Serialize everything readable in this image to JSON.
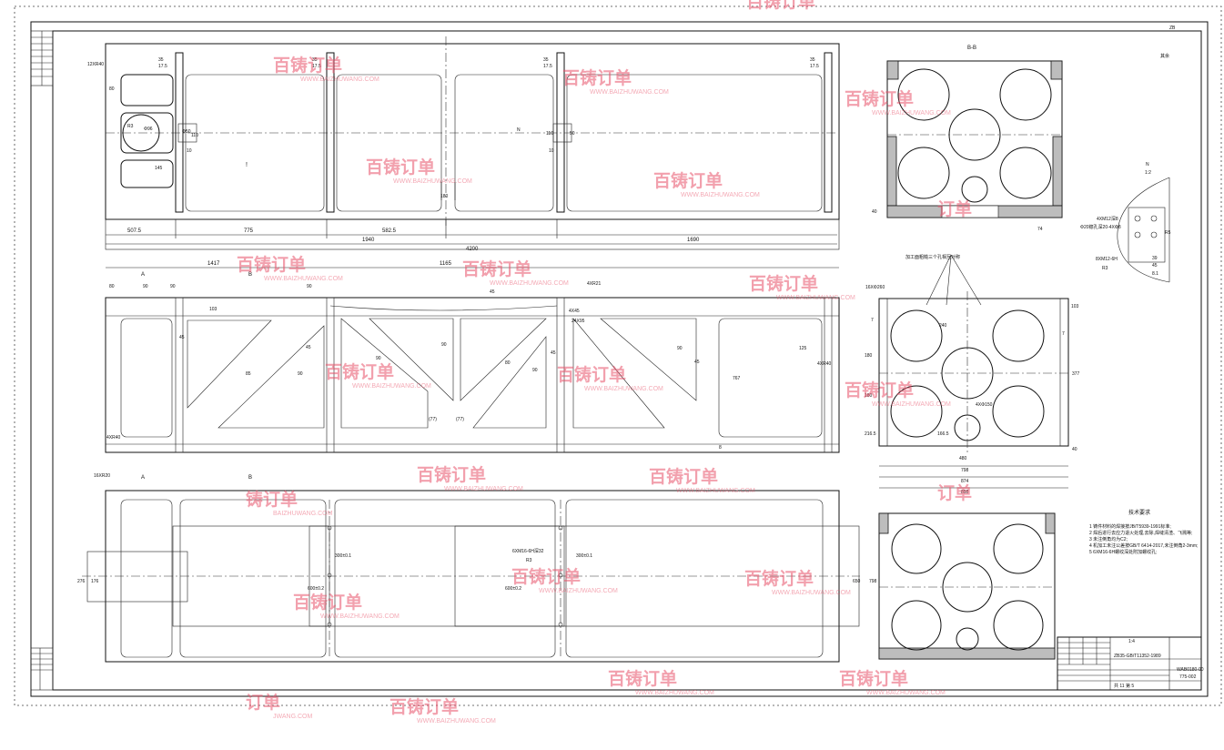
{
  "drawing": {
    "drawing_no": "WAB0180-00",
    "drawing_no_sub": "775-002",
    "standard_ref": "ZB35-GB/T11352-1989",
    "scale": "1:4",
    "corner_mark": "ZB",
    "roughness_note": "其余",
    "qty_row": "共 11    第 5"
  },
  "section_labels": {
    "bb": "B-B",
    "detail_scale_n": "N",
    "detail_scale": "1:2",
    "a_left": "A",
    "a_left2": "A",
    "b_mark": "B",
    "b_mark2": "B"
  },
  "top_view_dims": {
    "d1": "507.5",
    "d2": "775",
    "d3": "582.5",
    "d4": "1940",
    "d5": "1690",
    "d6": "4200",
    "r35a": "35",
    "r175a": "17.5",
    "r35b": "35",
    "r175b": "17.5",
    "r35c": "35",
    "r175c": "17.5",
    "r35d": "35",
    "r175d": "17.5",
    "c1": "12XR40",
    "c2": "80",
    "c3": "145",
    "c4": "110",
    "c5": "10",
    "c6": "180",
    "c7": "110",
    "c8": "50",
    "c9": "10",
    "c10": "R3",
    "c11": "Φ96",
    "c12": "Φ50",
    "n": "N"
  },
  "front_view_dims": {
    "w1": "1417",
    "w2": "1165",
    "w3": "80",
    "w4": "90",
    "w5": "90",
    "w6": "90",
    "w7": "45",
    "w8": "45",
    "w9": "45",
    "w10": "85",
    "w11": "90",
    "w12": "90",
    "w13": "90",
    "w14": "90",
    "w15": "80",
    "w16": "90",
    "w17": "45",
    "w18": "125",
    "w19": "45",
    "w20": "767",
    "w21": "(77)",
    "w22": "(77)",
    "w23": "4XR40",
    "w24": "4X45",
    "w25": "24X95",
    "w26": "4XR21",
    "w27": "103",
    "w28": "4XR40",
    "w29": "8"
  },
  "bottom_view_dims": {
    "b1": "16XR20",
    "b2": "276",
    "b3": "176",
    "b4": "600±0.2",
    "b5": "300±0.1",
    "b6": "6XM16-6H深32",
    "b7": "600±0.2",
    "b8": "300±0.1",
    "b9": "650",
    "b10": "798",
    "b11": "R3"
  },
  "side_view_dims": {
    "s1": "16XΦ260",
    "s2": "240",
    "s3": "7",
    "s4": "7",
    "s5": "180",
    "s6": "180",
    "s7": "377",
    "s8": "103",
    "s9": "216.5",
    "s10": "166.5",
    "s11": "4XΦ150",
    "s12": "480",
    "s13": "798",
    "s14": "874",
    "s15": "898",
    "s16": "40",
    "s17": "74",
    "s18": "40",
    "note_callout": "加工面粗糙三个孔相互对称"
  },
  "detail_dims": {
    "d1": "4XM12深8",
    "d2": "Φ20锪孔深20-4XΦ8",
    "d3": "8XM12-6H",
    "d4": "R3",
    "d5": "39",
    "d6": "45",
    "d7": "8.1",
    "d8": "R5"
  },
  "notes": {
    "title": "技术要求",
    "items": [
      "1 铸件材料的焊接按JB/T5939-1991标准;",
      "2 焊后进行去应力退火处理,去除,焊缝清渣、飞溅等;",
      "3 未注倒角均为C2;",
      "4 机加工未注公差按GB/T 6414-2017,未注倒角2-3mm;",
      "5 6XM16-6H螺纹深处附加螺纹孔;"
    ]
  },
  "watermark": {
    "logo": "百铸订单",
    "url": "WWW.BAIZHUWANG.COM",
    "logo_partial": "铸订单",
    "logo_partial2": "订单",
    "url_partial": "BAIZHUWANG.COM",
    "url_partial2": "JWANG.COM"
  }
}
